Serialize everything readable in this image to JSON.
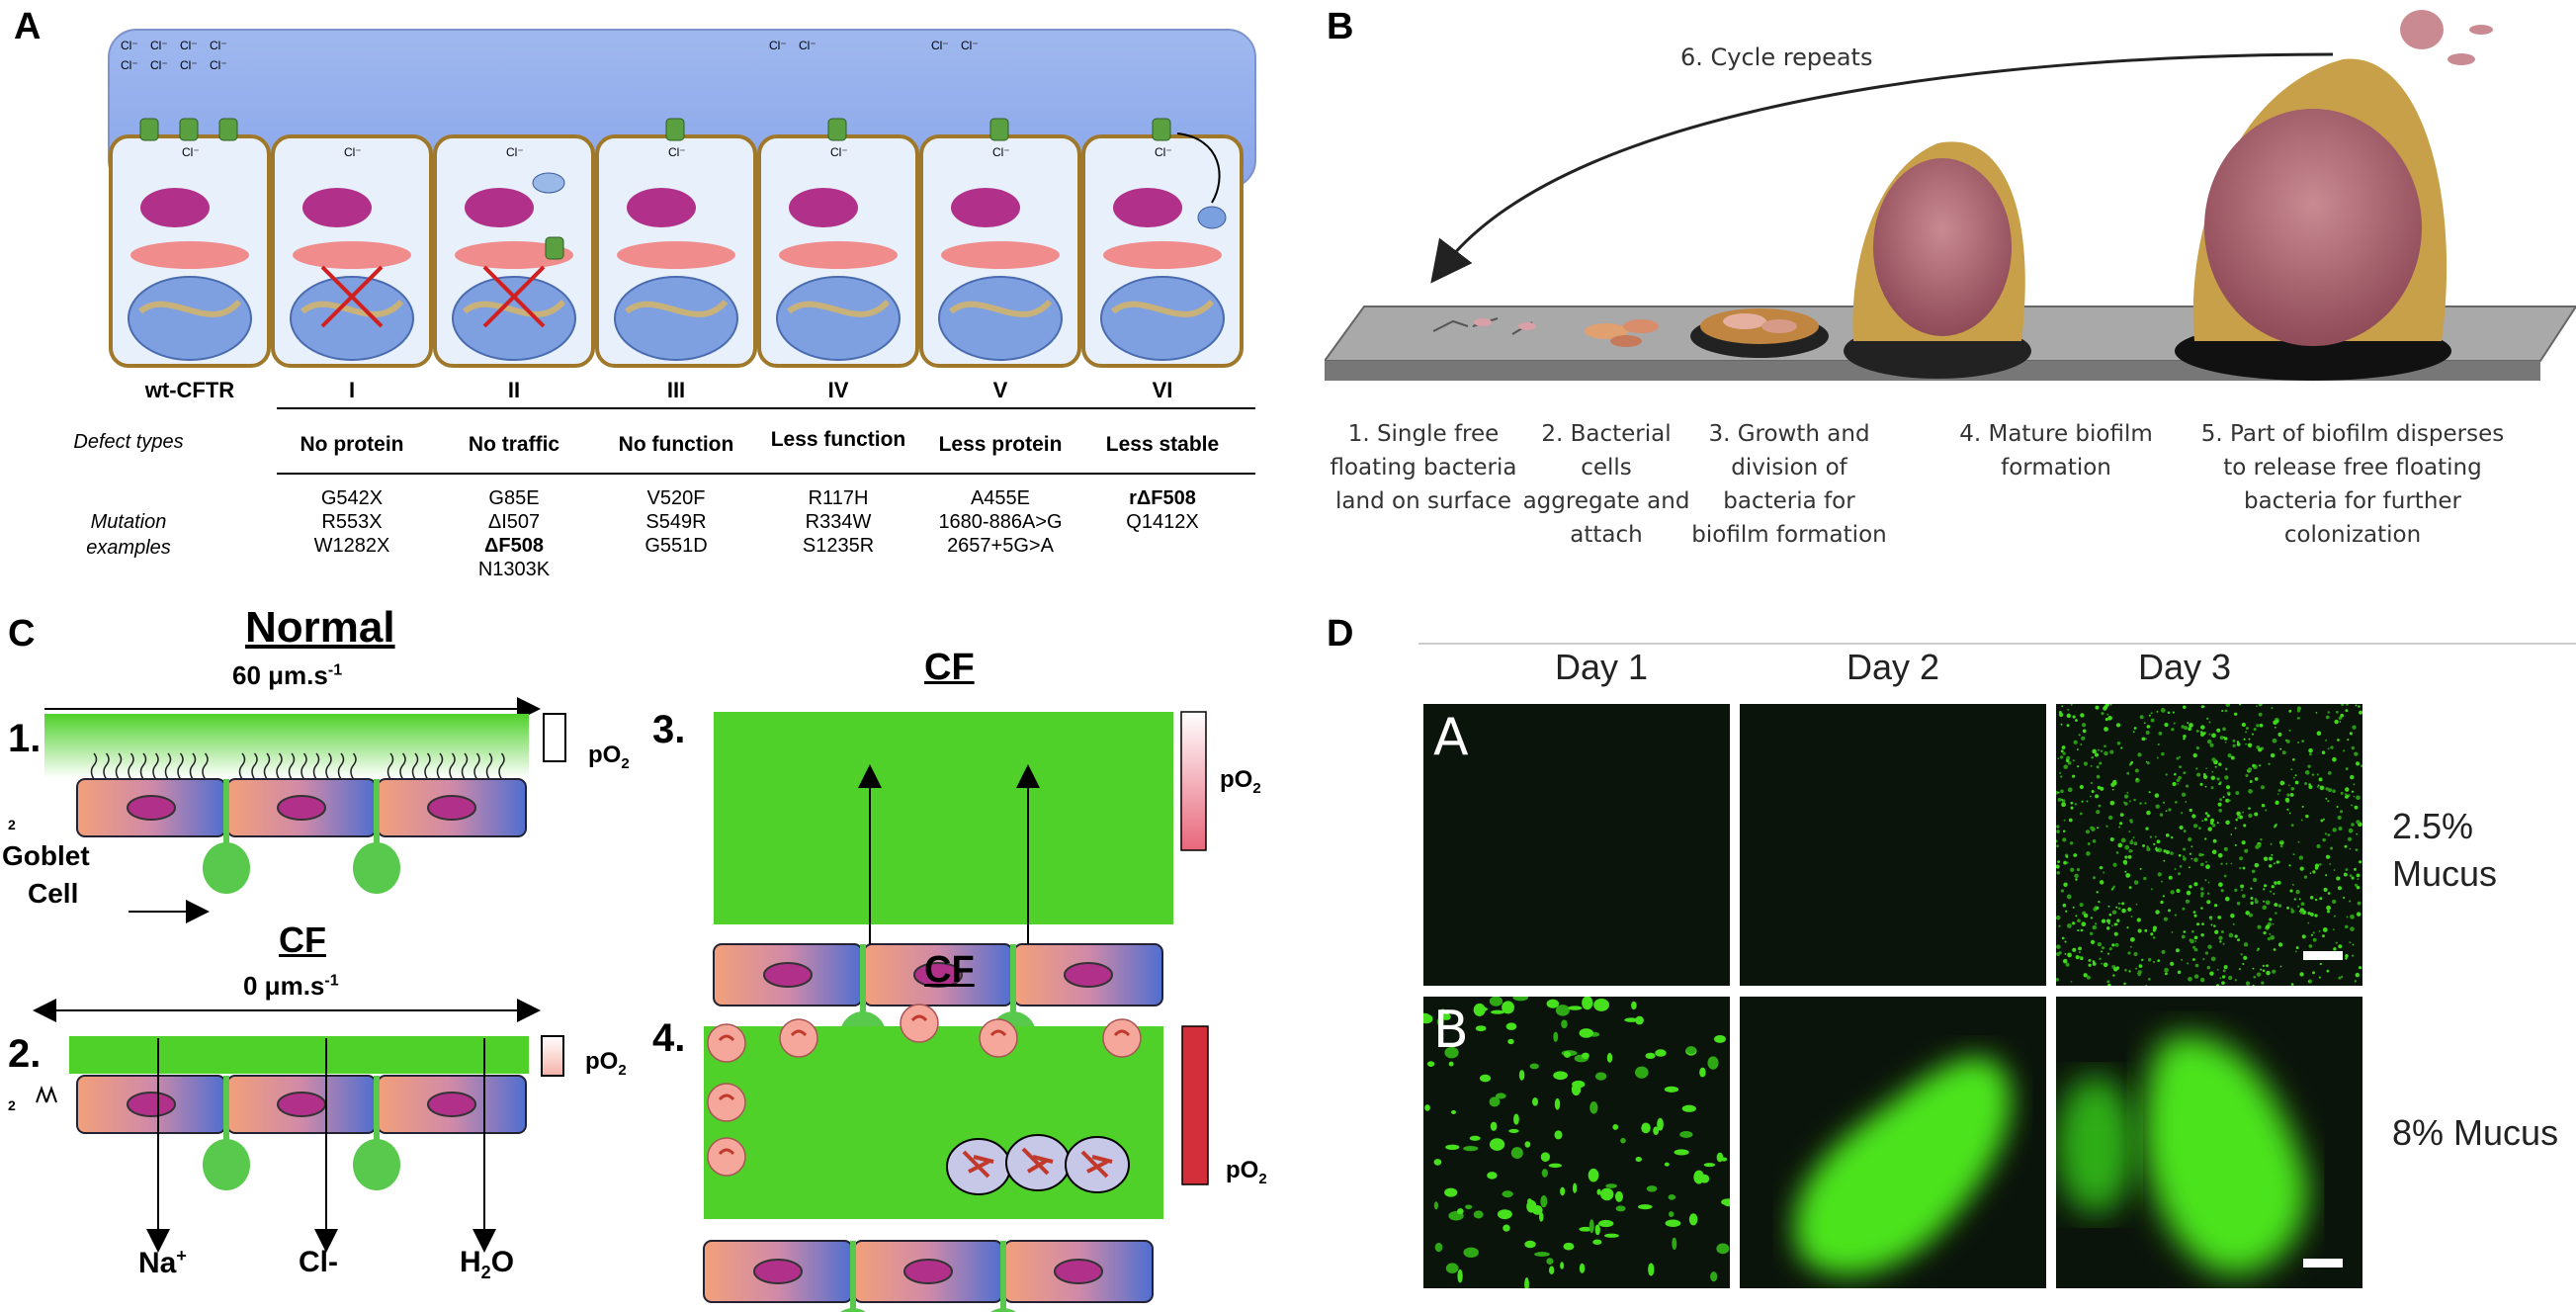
{
  "panels": {
    "a": "A",
    "b": "B",
    "c": "C",
    "d": "D"
  },
  "panelA": {
    "ion": "Cl⁻",
    "columns": [
      {
        "header": "wt-CFTR",
        "defect": "",
        "mutations": []
      },
      {
        "header": "I",
        "defect": "No protein",
        "mutations": [
          "G542X",
          "R553X",
          "W1282X"
        ]
      },
      {
        "header": "II",
        "defect": "No traffic",
        "mutations": [
          "G85E",
          "ΔI507",
          "ΔF508",
          "N1303K"
        ]
      },
      {
        "header": "III",
        "defect": "No function",
        "mutations": [
          "V520F",
          "S549R",
          "G551D"
        ]
      },
      {
        "header": "IV",
        "defect": "Less function",
        "mutations": [
          "R117H",
          "R334W",
          "S1235R"
        ]
      },
      {
        "header": "V",
        "defect": "Less protein",
        "mutations": [
          "A455E",
          "1680-886A>G",
          "2657+5G>A"
        ]
      },
      {
        "header": "VI",
        "defect": "Less stable",
        "mutations": [
          "rΔF508",
          "Q1412X"
        ]
      }
    ],
    "row_defect": "Defect types",
    "row_mutation": "Mutation examples"
  },
  "panelB": {
    "cycle": "6. Cycle repeats",
    "steps": [
      "1. Single free floating bacteria land on surface",
      "2. Bacterial cells aggregate and attach",
      "3. Growth and division of bacteria for biofilm formation",
      "4. Mature biofilm formation",
      "5. Part of biofilm disperses to release free floating bacteria for further colonization"
    ]
  },
  "panelC": {
    "normal_title": "Normal",
    "cf_title": "CF",
    "speed_normal": "60 μm.s",
    "speed_cf": "0 μm.s",
    "speed_exp": "-1",
    "n1": "1.",
    "n2": "2.",
    "n3": "3.",
    "n4": "4.",
    "po2": "pO",
    "po2_sub": "2",
    "goblet_1": "Goblet",
    "goblet_2": "Cell",
    "na": "Na",
    "na_sup": "+",
    "cl": "Cl-",
    "h2o": "H",
    "h2o_sub": "2",
    "h2o_tail": "O",
    "tiny2": "2"
  },
  "panelD": {
    "days": [
      "Day 1",
      "Day 2",
      "Day 3"
    ],
    "rows": [
      {
        "letter": "A",
        "label_1": "2.5%",
        "label_2": "Mucus"
      },
      {
        "letter": "B",
        "label_1": "8% Mucus",
        "label_2": ""
      }
    ]
  }
}
